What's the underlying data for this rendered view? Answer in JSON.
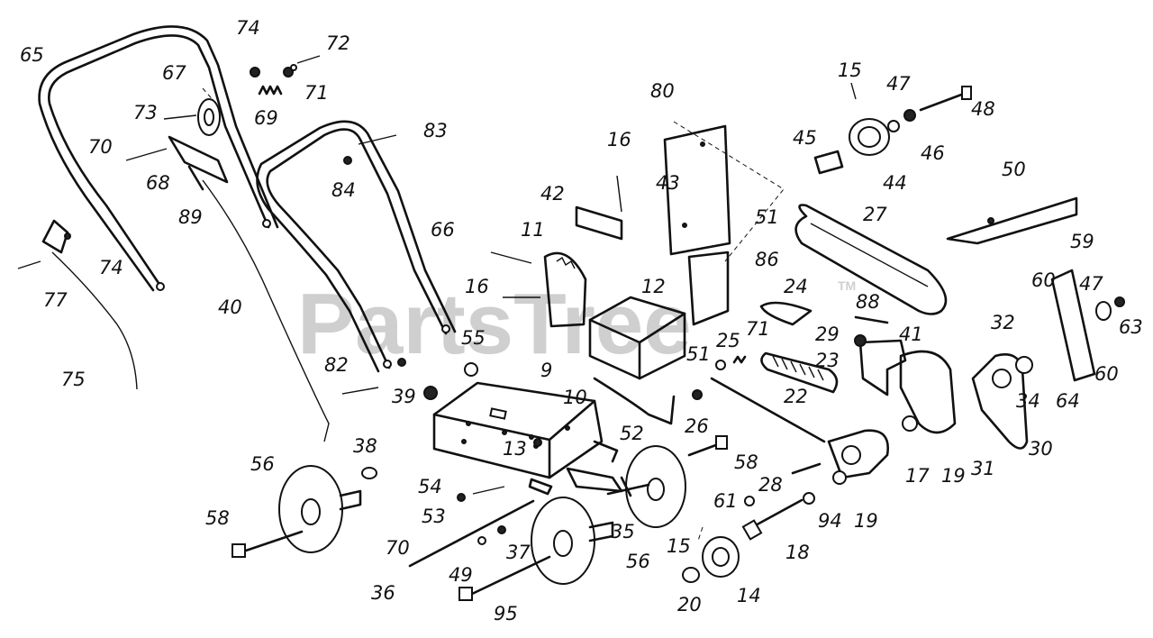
{
  "watermark": {
    "text": "PartsTree",
    "tm": "TM"
  },
  "parts": [
    {
      "id": "65",
      "label": "65"
    },
    {
      "id": "74a",
      "label": "74"
    },
    {
      "id": "72",
      "label": "72"
    },
    {
      "id": "67",
      "label": "67"
    },
    {
      "id": "71a",
      "label": "71"
    },
    {
      "id": "69",
      "label": "69"
    },
    {
      "id": "73",
      "label": "73"
    },
    {
      "id": "70a",
      "label": "70"
    },
    {
      "id": "68",
      "label": "68"
    },
    {
      "id": "89",
      "label": "89"
    },
    {
      "id": "83",
      "label": "83"
    },
    {
      "id": "84",
      "label": "84"
    },
    {
      "id": "66",
      "label": "66"
    },
    {
      "id": "74b",
      "label": "74"
    },
    {
      "id": "77",
      "label": "77"
    },
    {
      "id": "40",
      "label": "40"
    },
    {
      "id": "75",
      "label": "75"
    },
    {
      "id": "80",
      "label": "80"
    },
    {
      "id": "16a",
      "label": "16"
    },
    {
      "id": "42",
      "label": "42"
    },
    {
      "id": "43",
      "label": "43"
    },
    {
      "id": "11",
      "label": "11"
    },
    {
      "id": "16b",
      "label": "16"
    },
    {
      "id": "12",
      "label": "12"
    },
    {
      "id": "51a",
      "label": "51"
    },
    {
      "id": "86",
      "label": "86"
    },
    {
      "id": "15a",
      "label": "15"
    },
    {
      "id": "47a",
      "label": "47"
    },
    {
      "id": "48",
      "label": "48"
    },
    {
      "id": "45",
      "label": "45"
    },
    {
      "id": "46",
      "label": "46"
    },
    {
      "id": "44",
      "label": "44"
    },
    {
      "id": "50",
      "label": "50"
    },
    {
      "id": "27",
      "label": "27"
    },
    {
      "id": "59",
      "label": "59"
    },
    {
      "id": "60a",
      "label": "60"
    },
    {
      "id": "47b",
      "label": "47"
    },
    {
      "id": "63",
      "label": "63"
    },
    {
      "id": "24",
      "label": "24"
    },
    {
      "id": "88",
      "label": "88"
    },
    {
      "id": "32",
      "label": "32"
    },
    {
      "id": "29",
      "label": "29"
    },
    {
      "id": "41",
      "label": "41"
    },
    {
      "id": "71b",
      "label": "71"
    },
    {
      "id": "25",
      "label": "25"
    },
    {
      "id": "23",
      "label": "23"
    },
    {
      "id": "60b",
      "label": "60"
    },
    {
      "id": "55",
      "label": "55"
    },
    {
      "id": "82",
      "label": "82"
    },
    {
      "id": "9",
      "label": "9"
    },
    {
      "id": "10",
      "label": "10"
    },
    {
      "id": "51b",
      "label": "51"
    },
    {
      "id": "34",
      "label": "34"
    },
    {
      "id": "64",
      "label": "64"
    },
    {
      "id": "39",
      "label": "39"
    },
    {
      "id": "22",
      "label": "22"
    },
    {
      "id": "26",
      "label": "26"
    },
    {
      "id": "52",
      "label": "52"
    },
    {
      "id": "30",
      "label": "30"
    },
    {
      "id": "31",
      "label": "31"
    },
    {
      "id": "38",
      "label": "38"
    },
    {
      "id": "13",
      "label": "13"
    },
    {
      "id": "56a",
      "label": "56"
    },
    {
      "id": "58a",
      "label": "58"
    },
    {
      "id": "17",
      "label": "17"
    },
    {
      "id": "19a",
      "label": "19"
    },
    {
      "id": "54",
      "label": "54"
    },
    {
      "id": "28",
      "label": "28"
    },
    {
      "id": "53",
      "label": "53"
    },
    {
      "id": "61",
      "label": "61"
    },
    {
      "id": "19b",
      "label": "19"
    },
    {
      "id": "94",
      "label": "94"
    },
    {
      "id": "58b",
      "label": "58"
    },
    {
      "id": "35",
      "label": "35"
    },
    {
      "id": "70b",
      "label": "70"
    },
    {
      "id": "15b",
      "label": "15"
    },
    {
      "id": "37",
      "label": "37"
    },
    {
      "id": "18",
      "label": "18"
    },
    {
      "id": "56b",
      "label": "56"
    },
    {
      "id": "49",
      "label": "49"
    },
    {
      "id": "36",
      "label": "36"
    },
    {
      "id": "14",
      "label": "14"
    },
    {
      "id": "20",
      "label": "20"
    },
    {
      "id": "95",
      "label": "95"
    }
  ]
}
